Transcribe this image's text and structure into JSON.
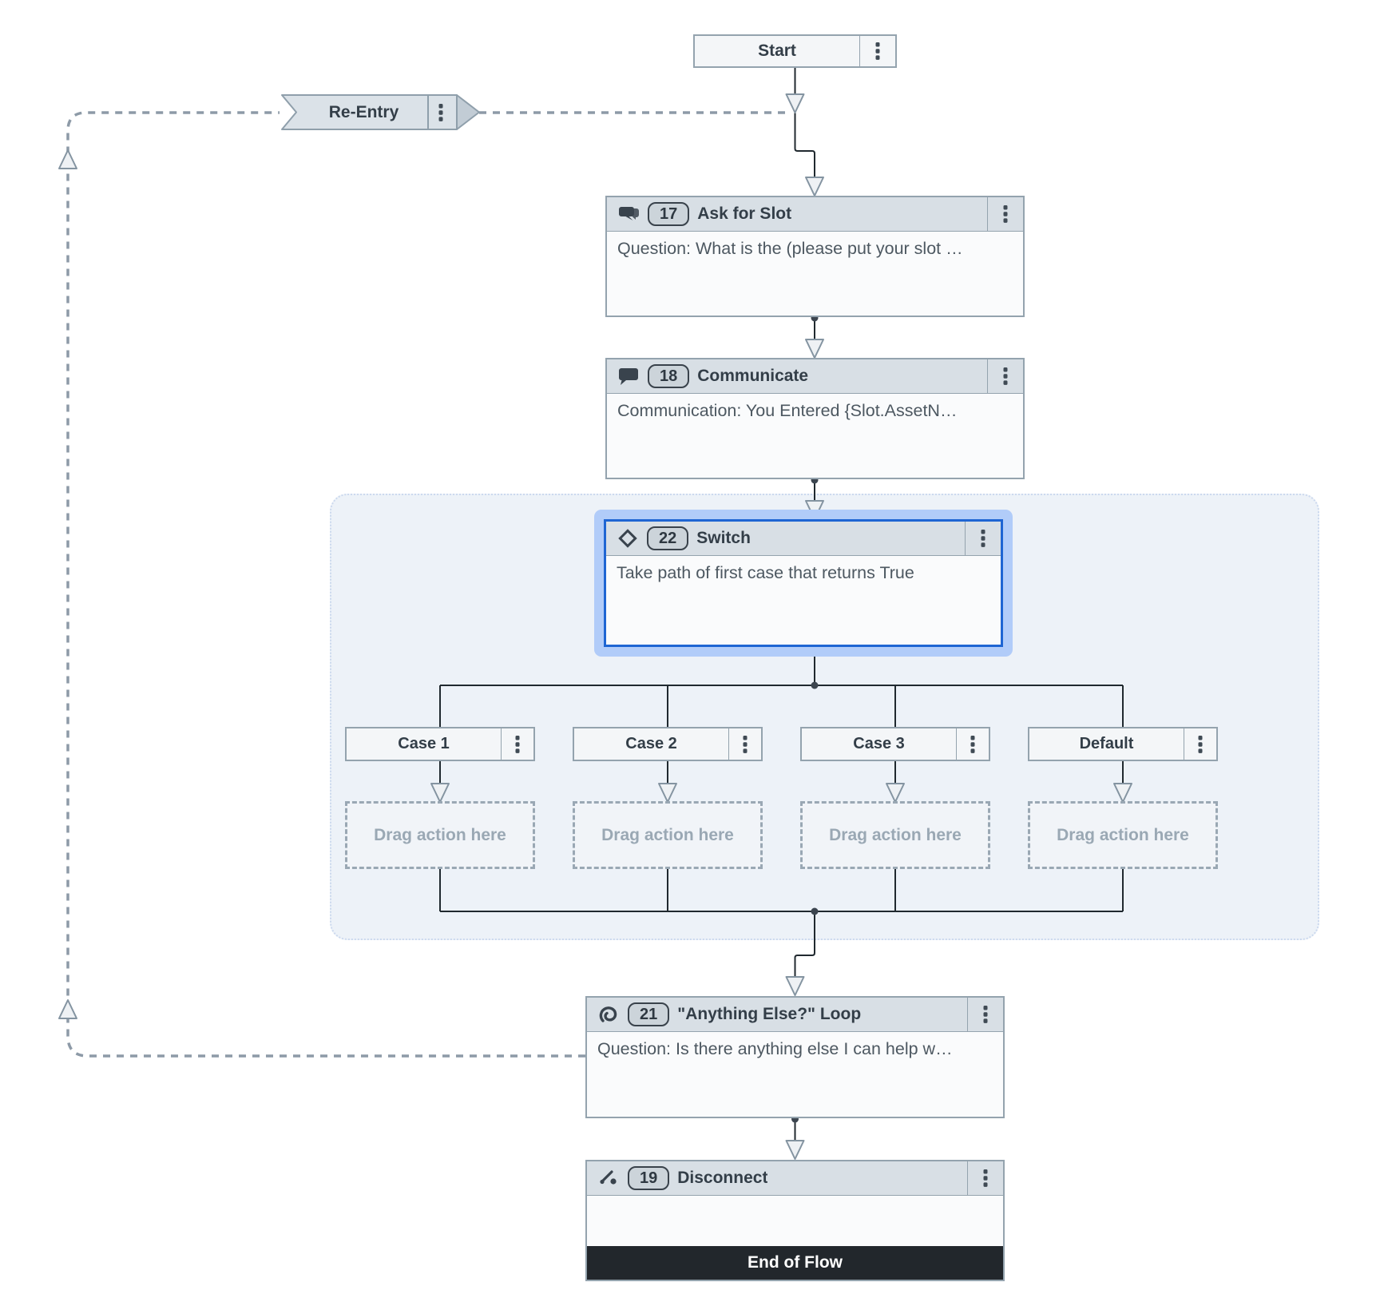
{
  "colors": {
    "selection_accent": "#1e65d3",
    "selection_halo": "#b1ccf9",
    "node_header": "#d8dfe5",
    "group_background": "#edf2f8",
    "end_footer": "#22272c"
  },
  "nodes": {
    "start": {
      "label": "Start"
    },
    "reentry": {
      "label": "Re-Entry"
    },
    "ask_for_slot": {
      "id": "17",
      "title": "Ask for Slot",
      "body": "Question: What is the (please put your slot …",
      "icon": "chat-bubbles-icon"
    },
    "communicate": {
      "id": "18",
      "title": "Communicate",
      "body": "Communication: You Entered {Slot.AssetN…",
      "icon": "speech-bubble-icon"
    },
    "switch": {
      "id": "22",
      "title": "Switch",
      "body": "Take path of first case that returns True",
      "icon": "diamond-icon",
      "selected": true
    },
    "loop": {
      "id": "21",
      "title": "\"Anything Else?\" Loop",
      "body": "Question: Is there anything else I can help w…",
      "icon": "loop-icon"
    },
    "disconnect": {
      "id": "19",
      "title": "Disconnect",
      "body": "",
      "footer": "End of Flow",
      "icon": "phone-disconnect-icon"
    }
  },
  "branches": [
    {
      "label": "Case 1",
      "drop_label": "Drag action here"
    },
    {
      "label": "Case 2",
      "drop_label": "Drag action here"
    },
    {
      "label": "Case 3",
      "drop_label": "Drag action here"
    },
    {
      "label": "Default",
      "drop_label": "Drag action here"
    }
  ]
}
